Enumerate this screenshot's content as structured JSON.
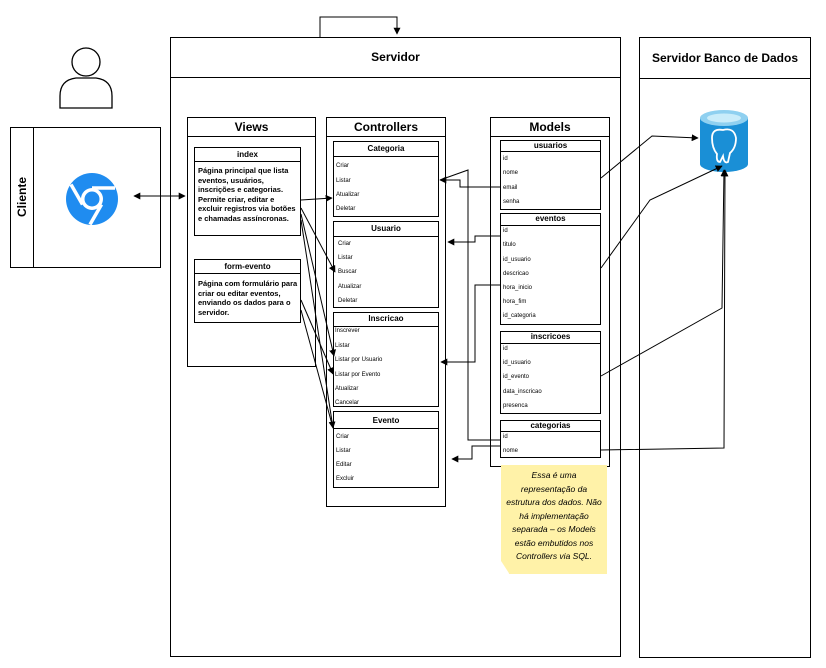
{
  "servidor": {
    "title": "Servidor"
  },
  "db_server": {
    "title": "Servidor Banco de Dados"
  },
  "cliente": {
    "label": "Cliente"
  },
  "views": {
    "title": "Views",
    "index": {
      "title": "index",
      "text": "Página principal que lista eventos, usuários, inscrições e categorias. Permite criar, editar e excluir registros via botões e chamadas assíncronas."
    },
    "form_evento": {
      "title": "form-evento",
      "text": "Página com formulário para criar ou editar eventos, enviando os dados para o servidor."
    }
  },
  "controllers": {
    "title": "Controllers",
    "categoria": {
      "title": "Categoria",
      "items": [
        "Criar",
        "Listar",
        "Atualizar",
        "Deletar"
      ]
    },
    "usuario": {
      "title": "Usuario",
      "items": [
        "Criar",
        "Listar",
        "Buscar",
        "Atualizar",
        "Deletar"
      ]
    },
    "inscricao": {
      "title": "Inscricao",
      "items": [
        "Inscrever",
        "Listar",
        "Listar por Usuario",
        "Listar por Evento",
        "Atualizar",
        "Cancelar"
      ]
    },
    "evento": {
      "title": "Evento",
      "items": [
        "Criar",
        "Listar",
        "Editar",
        "Excluir"
      ]
    }
  },
  "models": {
    "title": "Models",
    "usuarios": {
      "title": "usuarios",
      "fields": [
        "id",
        "nome",
        "email",
        "senha"
      ]
    },
    "eventos": {
      "title": "eventos",
      "fields": [
        "id",
        "titulo",
        "id_usuario",
        "descricao",
        "hora_inicio",
        "hora_fim",
        "id_categoria"
      ]
    },
    "inscricoes": {
      "title": "inscricoes",
      "fields": [
        "id",
        "id_usuario",
        "id_evento",
        "data_inscricao",
        "presenca"
      ]
    },
    "categorias": {
      "title": "categorias",
      "fields": [
        "id",
        "nome"
      ]
    }
  },
  "note": {
    "text": "Essa é uma representação da estrutura dos dados. Não há implementação separada – os Models estão embutidos nos Controllers via SQL."
  },
  "colors": {
    "stroke": "#000000",
    "note_fill": "#fff2a8",
    "db_blue": "#1a8fd6",
    "chrome_blue": "#1f8cf0"
  }
}
